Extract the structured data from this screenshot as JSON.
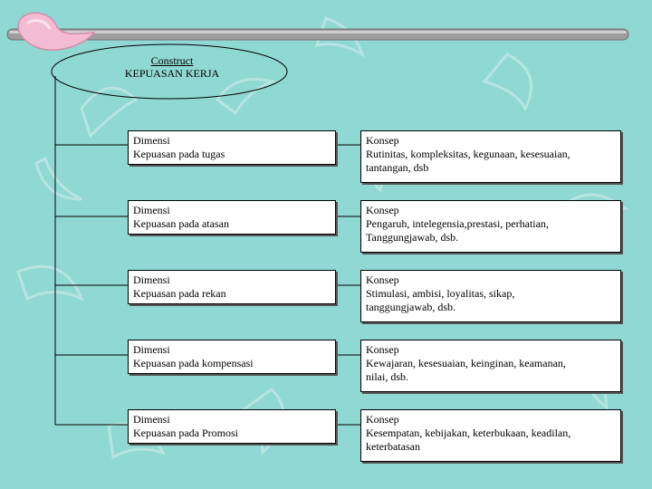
{
  "construct": {
    "heading": "Construct",
    "title": "KEPUASAN KERJA"
  },
  "rows": [
    {
      "dimension_label": "Dimensi",
      "dimension_name": "Kepuasan pada tugas",
      "concept_label": "Konsep",
      "concept_lines": [
        "Rutinitas, kompleksitas, kegunaan, kesesuaian,",
        "tantangan, dsb"
      ]
    },
    {
      "dimension_label": "Dimensi",
      "dimension_name": "Kepuasan pada atasan",
      "concept_label": "Konsep",
      "concept_lines": [
        "Pengaruh, intelegensia,prestasi, perhatian,",
        "Tanggungjawab, dsb."
      ]
    },
    {
      "dimension_label": "Dimensi",
      "dimension_name": "Kepuasan pada rekan",
      "concept_label": "Konsep",
      "concept_lines": [
        "Stimulasi, ambisi, loyalitas, sikap,",
        "tanggungjawab, dsb."
      ]
    },
    {
      "dimension_label": "Dimensi",
      "dimension_name": "Kepuasan pada kompensasi",
      "concept_label": "Konsep",
      "concept_lines": [
        "Kewajaran, kesesuaian, keinginan, keamanan,",
        "nilai, dsb."
      ]
    },
    {
      "dimension_label": "Dimensi",
      "dimension_name": "Kepuasan pada Promosi",
      "concept_label": "Konsep",
      "concept_lines": [
        "Kesempatan, kebijakan, keterbukaan, keadilan,",
        "keterbatasan"
      ]
    }
  ],
  "colors": {
    "background": "#8fd8d4",
    "swirl": "#b8e6e2",
    "bar": "#9a9a9a",
    "accent_pink": "#f2b8cf"
  }
}
